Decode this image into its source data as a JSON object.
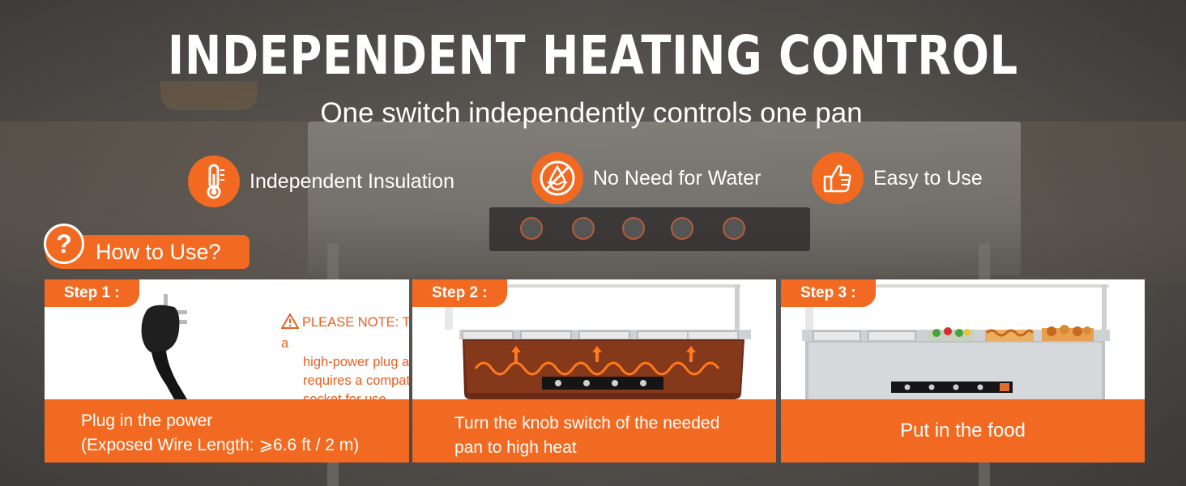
{
  "header": {
    "title": "INDEPENDENT HEATING CONTROL",
    "subtitle": "One switch independently controls one pan"
  },
  "features": [
    {
      "label": "Independent Insulation",
      "icon": "thermometer-icon"
    },
    {
      "label": "No Need for Water",
      "icon": "no-water-icon"
    },
    {
      "label": "Easy to Use",
      "icon": "thumbs-up-icon"
    }
  ],
  "howto": {
    "label": "How to Use?",
    "icon": "question-icon"
  },
  "steps": [
    {
      "tag": "Step 1 :",
      "line1": "Plug in the power",
      "line2": "(Exposed Wire Length: ⩾6.6 ft / 2 m)",
      "note_lines": [
        "PLEASE NOTE: This is a",
        "high-power plug and",
        "requires a compatible",
        "socket for use"
      ]
    },
    {
      "tag": "Step 2 :",
      "line1": "Turn the knob switch of the needed",
      "line2": "pan to high heat"
    },
    {
      "tag": "Step 3 :",
      "line1": "Put in the food"
    }
  ],
  "colors": {
    "accent": "#f26a21",
    "text_light": "#ffffff"
  }
}
